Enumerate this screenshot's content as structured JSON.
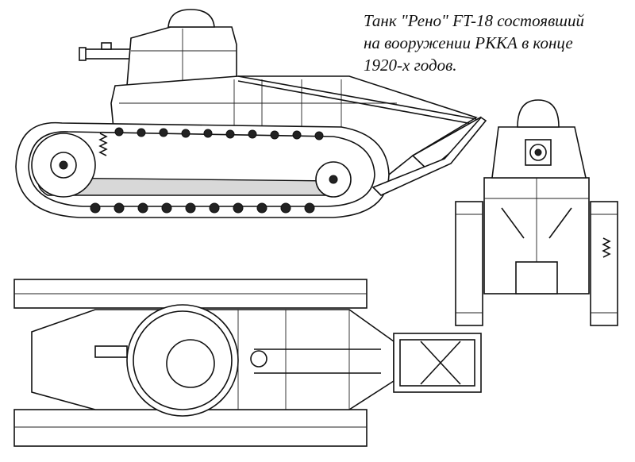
{
  "caption": {
    "line1": "Танк \"Рено\" FT-18 состоявший",
    "line2": "на   вооружении РККА в конце",
    "line3": "1920-х   годов."
  }
}
